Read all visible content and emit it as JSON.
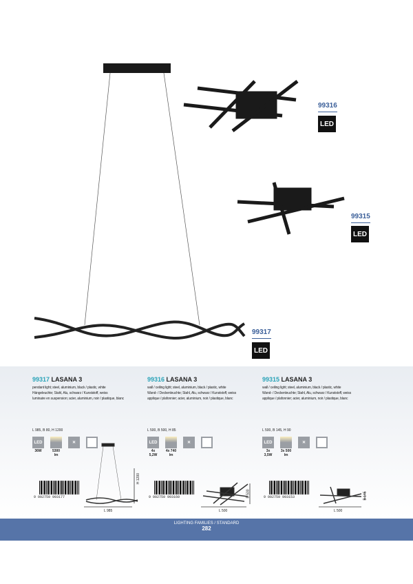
{
  "products": [
    {
      "code": "99317",
      "name": "LASANA 3",
      "desc": [
        "pendant light; steel, aluminium, black / plastic, white",
        "Hängeleuchte; Stahl, Alu, schwarz / Kunststoff, weiss",
        "luminaire en suspension; acier, aluminium, noir / plastique, blanc"
      ],
      "dims": "L 985, B 80, H 1200",
      "power": "36W",
      "lumen": "5300 lm",
      "barcode": "9 002759 993177",
      "dim_length": "L 985",
      "dim_height": "H 1200"
    },
    {
      "code": "99316",
      "name": "LASANA 3",
      "desc": [
        "wall / ceiling light; steel, aluminium, black / plastic, white",
        "Wand- / Deckenleuchte; Stahl, Alu, schwarz / Kunststoff, weiss",
        "applique / plafonnier; acier, aluminium, noir / plastique, blanc"
      ],
      "dims": "L 500, B 500, H 85",
      "power": "4x 5,2W",
      "lumen": "4x 740 lm",
      "barcode": "9 002759 993160",
      "dim_length": "L 500",
      "dim_height": "B 500"
    },
    {
      "code": "99315",
      "name": "LASANA 3",
      "desc": [
        "wall / ceiling light; steel, aluminium, black / plastic, white",
        "Wand- / Deckenleuchte; Stahl, Alu, schwarz / Kunststoff, weiss",
        "applique / plafonnier; acier, aluminium, noir / plastique, blanc"
      ],
      "dims": "L 500, B 145, H 90",
      "power": "3x 3,5W",
      "lumen": "3x 500 lm",
      "barcode": "9 002759 993153",
      "dim_length": "L 500",
      "dim_height": "B 145"
    }
  ],
  "led_badge": "LED",
  "footer": {
    "category": "LIGHTING FAMILIES / STANDARD",
    "page": "282"
  }
}
